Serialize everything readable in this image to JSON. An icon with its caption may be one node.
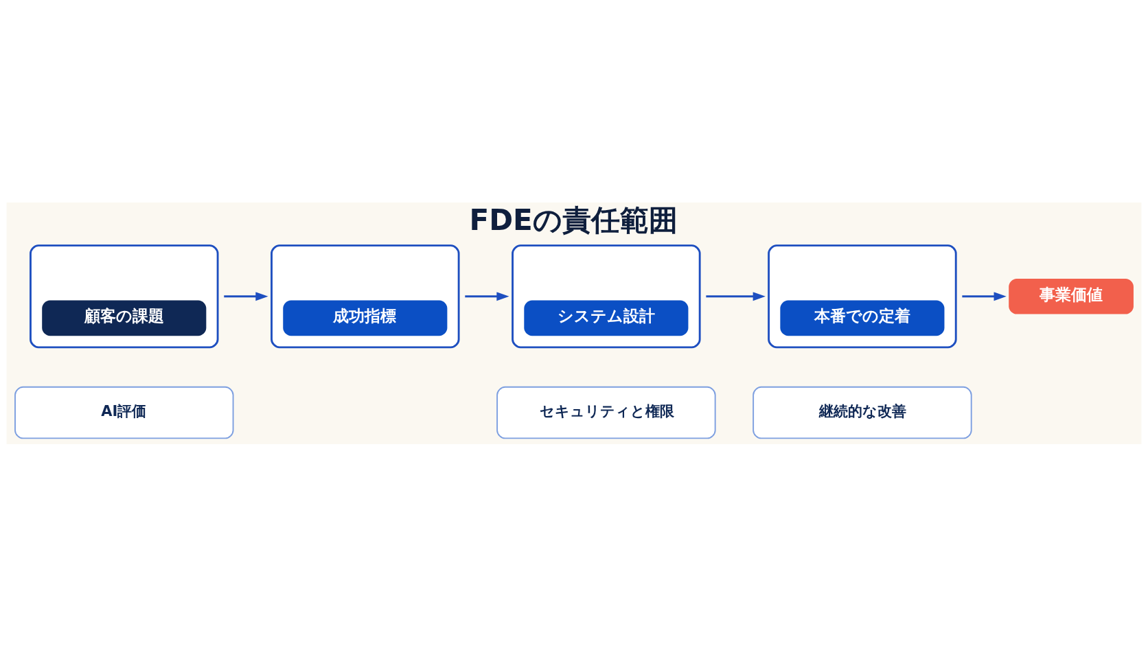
{
  "diagram": {
    "title": "FDEの責任範囲",
    "nodes": [
      {
        "text": [
          "顧客の課題"
        ]
      },
      {
        "text": [
          "成功指標"
        ]
      },
      {
        "text": [
          "システム設計"
        ]
      },
      {
        "text": [
          "本番での定着"
        ]
      },
      {
        "text": [
          "事業価値"
        ]
      },
      {
        "text": [
          "AI評価"
        ]
      },
      {
        "text": [
          "セキュリティと権限"
        ]
      },
      {
        "text": [
          "継続的な改善"
        ]
      }
    ],
    "edges": [
      {
        "from": 0,
        "to": 1,
        "arrow": "to"
      },
      {
        "from": 1,
        "to": 2,
        "arrow": "to"
      },
      {
        "from": 2,
        "to": 3,
        "arrow": "to"
      },
      {
        "from": 3,
        "to": 4,
        "arrow": "to"
      }
    ]
  }
}
